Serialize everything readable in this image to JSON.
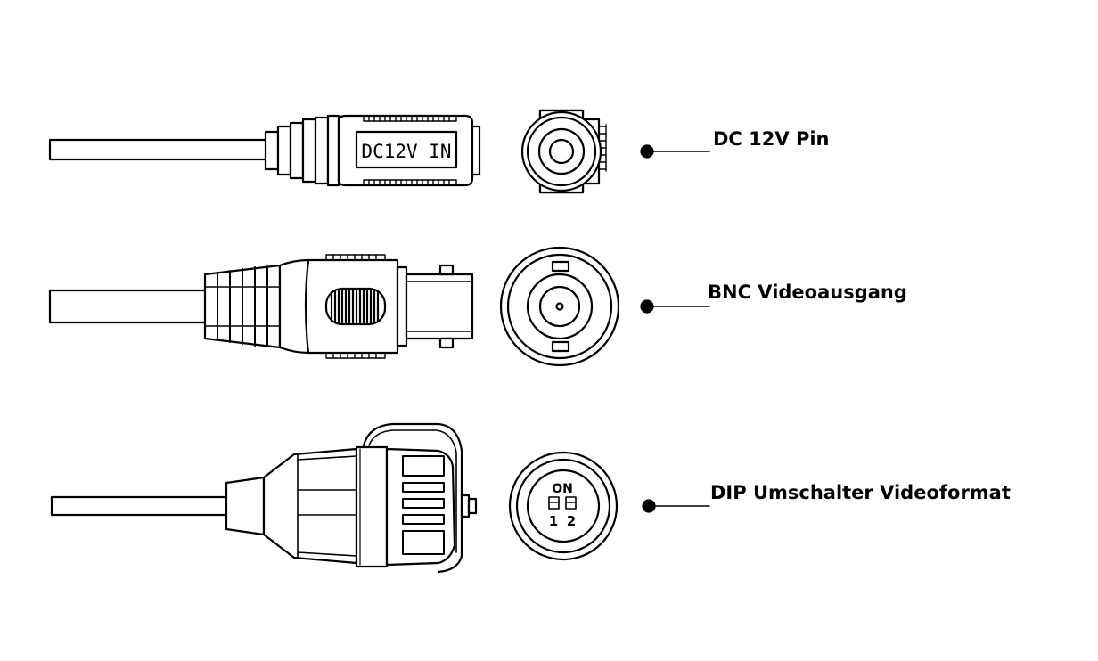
{
  "connectors": {
    "dc": {
      "body_text": "DC12V IN",
      "label": "DC 12V Pin"
    },
    "bnc": {
      "label": "BNC Videoausgang"
    },
    "dip": {
      "switch_on_text": "ON",
      "switch_1_text": "1",
      "switch_2_text": "2",
      "label": "DIP Umschalter Videoformat"
    }
  },
  "colors": {
    "line": "#000000",
    "background": "#ffffff"
  }
}
